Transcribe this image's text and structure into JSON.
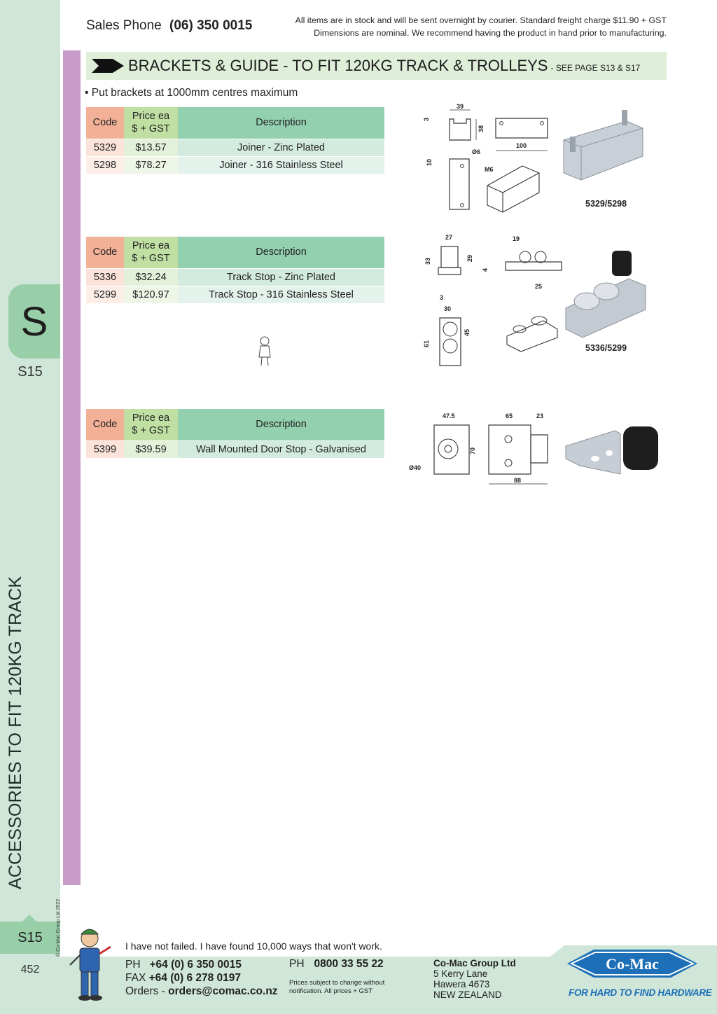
{
  "header": {
    "sales_phone_label": "Sales Phone",
    "sales_phone_number": "(06) 350 0015",
    "stock_note_line1": "All items are in stock and will be sent overnight by courier. Standard freight charge $11.90 + GST",
    "stock_note_line2": "Dimensions are nominal. We recommend having the product in hand prior to manufacturing."
  },
  "section": {
    "title": "BRACKETS & GUIDE - TO FIT 120KG TRACK & TROLLEYS",
    "subtitle": "- SEE PAGE S13 & S17",
    "note": "• Put brackets at 1000mm centres maximum"
  },
  "table_headers": {
    "code": "Code",
    "price_line1": "Price ea",
    "price_line2": "$ + GST",
    "description": "Description"
  },
  "tables": [
    {
      "rows": [
        {
          "code": "5329",
          "price": "$13.57",
          "description": "Joiner - Zinc Plated"
        },
        {
          "code": "5298",
          "price": "$78.27",
          "description": "Joiner - 316 Stainless Steel"
        }
      ],
      "diagram_label": "5329/5298",
      "dims": {
        "a": "39",
        "b": "3",
        "c": "38",
        "d": "100",
        "e": "10",
        "f": "Ø6",
        "g": "M6"
      }
    },
    {
      "rows": [
        {
          "code": "5336",
          "price": "$32.24",
          "description": "Track Stop - Zinc Plated"
        },
        {
          "code": "5299",
          "price": "$120.97",
          "description": "Track Stop - 316 Stainless Steel"
        }
      ],
      "diagram_label": "5336/5299",
      "dims": {
        "a": "27",
        "b": "33",
        "c": "29",
        "d": "3",
        "e": "19",
        "f": "4",
        "g": "25",
        "h": "30",
        "i": "61",
        "j": "45"
      }
    },
    {
      "rows": [
        {
          "code": "5399",
          "price": "$39.59",
          "description": "Wall Mounted Door Stop - Galvanised"
        }
      ],
      "dims": {
        "a": "47.5",
        "b": "70",
        "c": "Ø40",
        "d": "65",
        "e": "23",
        "f": "88"
      }
    }
  ],
  "sidebar": {
    "section_letter": "S",
    "page_code": "S15",
    "vertical_title": "ACCESSORIES TO FIT 120KG TRACK",
    "bottom_code": "S15",
    "page_number": "452",
    "copyright": "© Co-Mac Group Ltd 2022"
  },
  "footer": {
    "quote": "I have not failed. I have found 10,000 ways that won't work.",
    "ph_label": "PH",
    "ph_number": "+64 (0) 6 350 0015",
    "fax_label": "FAX",
    "fax_number": "+64 (0) 6 278 0197",
    "orders_label": "Orders -",
    "orders_email": "orders@comac.co.nz",
    "ph2_label": "PH",
    "ph2_number": "0800 33 55 22",
    "price_note": "Prices subject to change without notification. All prices + GST",
    "company": "Co-Mac Group Ltd",
    "address1": "5 Kerry Lane",
    "address2": "Hawera 4673",
    "address3": "NEW ZEALAND",
    "logo_text": "Co-Mac",
    "tagline": "FOR HARD TO FIND HARDWARE"
  },
  "colors": {
    "side_band": "#cfe6d8",
    "tab_green": "#98cfa9",
    "purple": "#c99bc9",
    "code_header": "#f2b197",
    "price_header": "#c0e0a3",
    "desc_header": "#93d0b0",
    "brand_blue": "#1d6fb7"
  }
}
